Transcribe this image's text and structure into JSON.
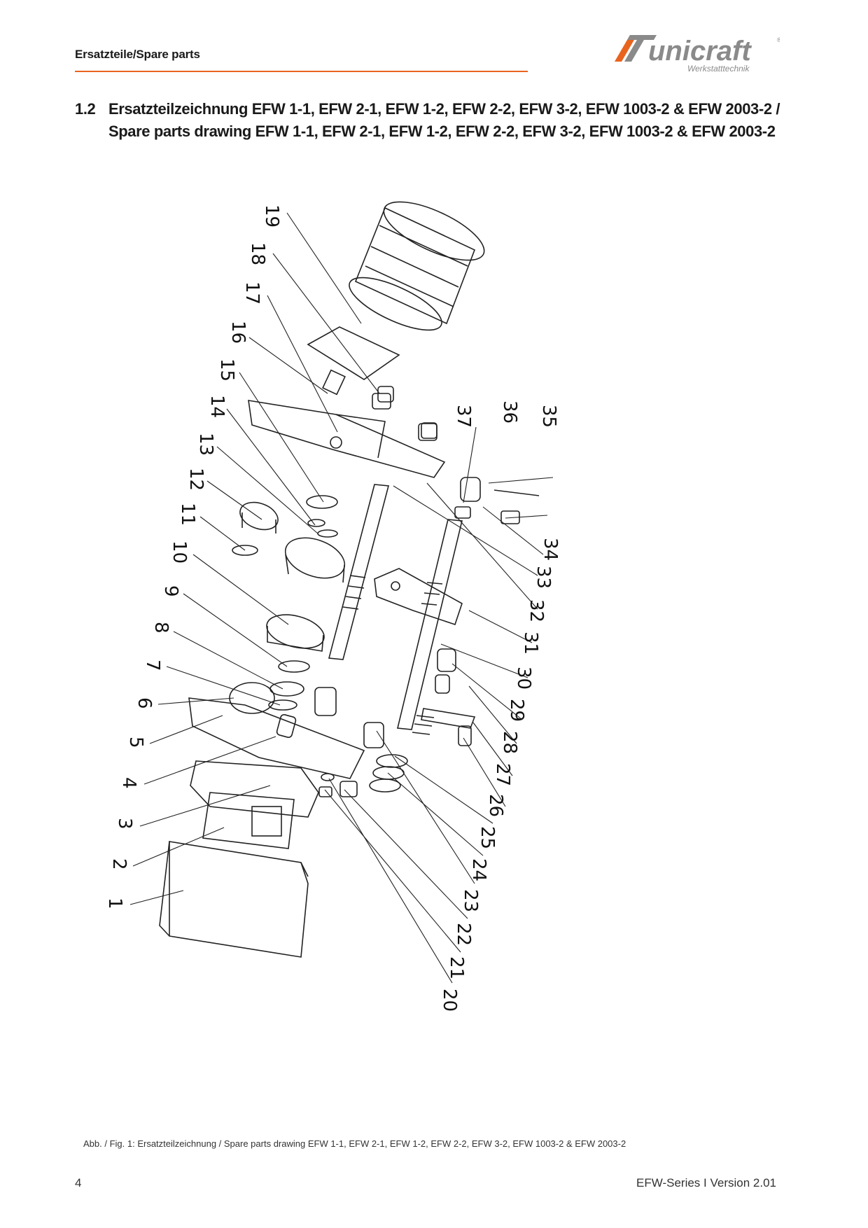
{
  "header": {
    "title": "Ersatzteile/Spare parts",
    "brand": "unicraft",
    "brand_tagline": "Werkstatttechnik",
    "accent_color": "#e8641e"
  },
  "section": {
    "number": "1.2",
    "title_line1": "Ersatzteilzeichnung EFW 1-1, EFW 2-1, EFW 1-2, EFW 2-2, EFW 3-2, EFW 1003-2 & EFW 2003-2  /",
    "title_line2": "Spare parts drawing EFW 1-1, EFW 2-1, EFW 1-2, EFW 2-2, EFW 3-2, EFW 1003-2 & EFW 2003-2"
  },
  "drawing": {
    "part_numbers": [
      "1",
      "2",
      "3",
      "4",
      "5",
      "6",
      "7",
      "8",
      "9",
      "10",
      "11",
      "12",
      "13",
      "14",
      "15",
      "16",
      "17",
      "18",
      "19",
      "20",
      "21",
      "22",
      "23",
      "24",
      "25",
      "26",
      "27",
      "28",
      "29",
      "30",
      "31",
      "32",
      "33",
      "34",
      "35",
      "36",
      "37"
    ]
  },
  "caption": "Abb. / Fig. 1: Ersatzteilzeichnung / Spare parts drawing EFW 1-1, EFW 2-1, EFW 1-2, EFW 2-2, EFW 3-2, EFW 1003-2 & EFW 2003-2",
  "footer": {
    "page_number": "4",
    "version": "EFW-Series I Version 2.01"
  }
}
